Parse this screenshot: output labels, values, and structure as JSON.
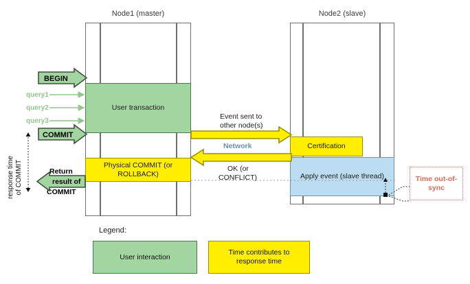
{
  "diagram": {
    "nodes": [
      {
        "title": "Node1 (master)"
      },
      {
        "title": "Node2 (slave)"
      }
    ],
    "blocks": {
      "user_transaction": "User transaction",
      "physical_commit": "Physical COMMIT (or ROLLBACK)",
      "certification": "Certification",
      "apply_event": "Apply event (slave thread)"
    },
    "client_arrows": {
      "begin": "BEGIN",
      "commit": "COMMIT",
      "queries": [
        "query1",
        "query2",
        "query3"
      ],
      "return_line1": "Return",
      "return_line2": "result of",
      "return_line3": "COMMIT"
    },
    "vertical_label": {
      "line1": "response time",
      "line2": "of COMMIT"
    },
    "network": {
      "event_sent_line1": "Event sent to",
      "event_sent_line2": "other node(s)",
      "network_label": "Network",
      "ok_line1": "OK (or",
      "ok_line2": "CONFLICT)"
    },
    "annotation": {
      "time_out_of_sync": "Time out-of-sync"
    },
    "legend": {
      "title": "Legend:",
      "items": [
        {
          "label": "User interaction",
          "color": "#a3d5a0"
        },
        {
          "label": "Time contributes to response time",
          "color": "#ffee00"
        }
      ]
    },
    "colors": {
      "green": "#a3d5a0",
      "yellow": "#ffee00",
      "blue": "#bcdcf2",
      "outline": "#6d6d6d",
      "network_text": "#6b8fb3",
      "warn": "#e06a55"
    }
  }
}
